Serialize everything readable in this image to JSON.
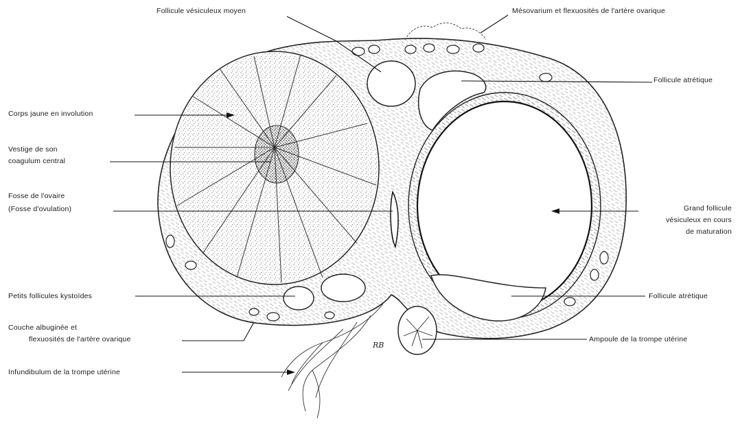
{
  "labels": {
    "follicule_vesiculeux_moyen": "Follicule vésiculeux moyen",
    "mesovarium": "Mésovarium et flexuosités de l'artère ovarique",
    "follicule_atretique_haut": "Follicule atrétique",
    "corps_jaune": "Corps jaune en involution",
    "vestige_1": "Vestige de son",
    "vestige_2": "coagulum central",
    "fosse_1": "Fosse de l'ovaire",
    "fosse_2": "(Fosse d'ovulation)",
    "grand_follicule_1": "Grand follicule",
    "grand_follicule_2": "vésiculeux en cours",
    "grand_follicule_3": "de maturation",
    "petits_follicules": "Petits follicules kystoïdes",
    "follicule_atretique_bas": "Follicule atrétique",
    "couche_1": "Couche albuginée et",
    "couche_2": "flexuosités de l'artère ovarique",
    "ampoule": "Ampoule de la trompe utérine",
    "infundibulum": "Infundibulum de la trompe utérine"
  },
  "signature": "RB"
}
